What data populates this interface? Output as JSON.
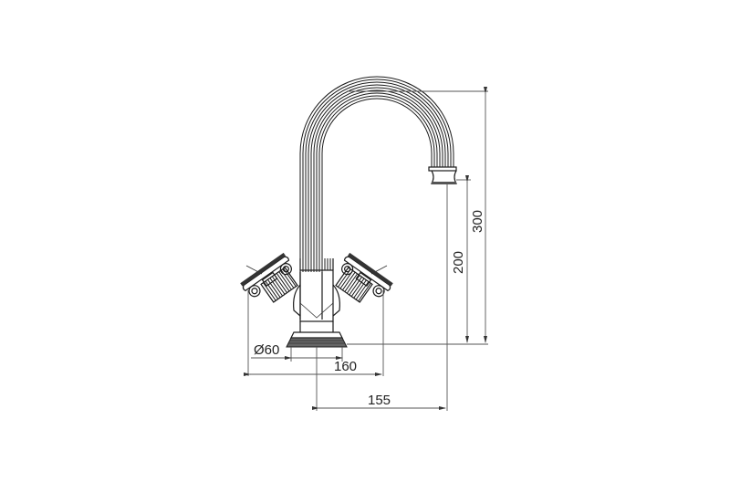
{
  "drawing": {
    "subject": "Pillar basin mixer tap with swan-neck spout and lever handles",
    "units": "mm",
    "dimensions": {
      "base_diameter": "Ø60",
      "handle_span": "160",
      "spout_reach": "155",
      "spout_outlet_height": "200",
      "overall_height": "300"
    },
    "colors": {
      "line": "#1a1a1a",
      "dimension_line": "#555555",
      "background": "#ffffff"
    }
  }
}
